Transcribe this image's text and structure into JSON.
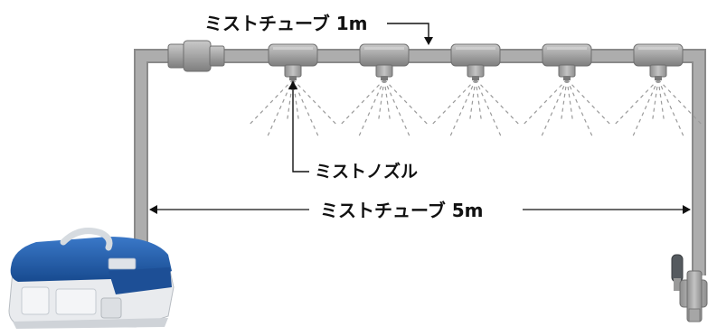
{
  "labels": {
    "tube_1m": "ミストチューブ 1m",
    "nozzle": "ミストノズル",
    "tube_5m": "ミストチューブ 5m"
  },
  "colors": {
    "tube": "#a9a9a9",
    "tube_edge": "#8a8a8a",
    "fitting": "#9c9c9c",
    "spray": "#9a9a9a",
    "pump_blue": "#1f5aa8",
    "pump_white": "#eef0f2",
    "text": "#111111"
  },
  "nozzle_count": 5
}
